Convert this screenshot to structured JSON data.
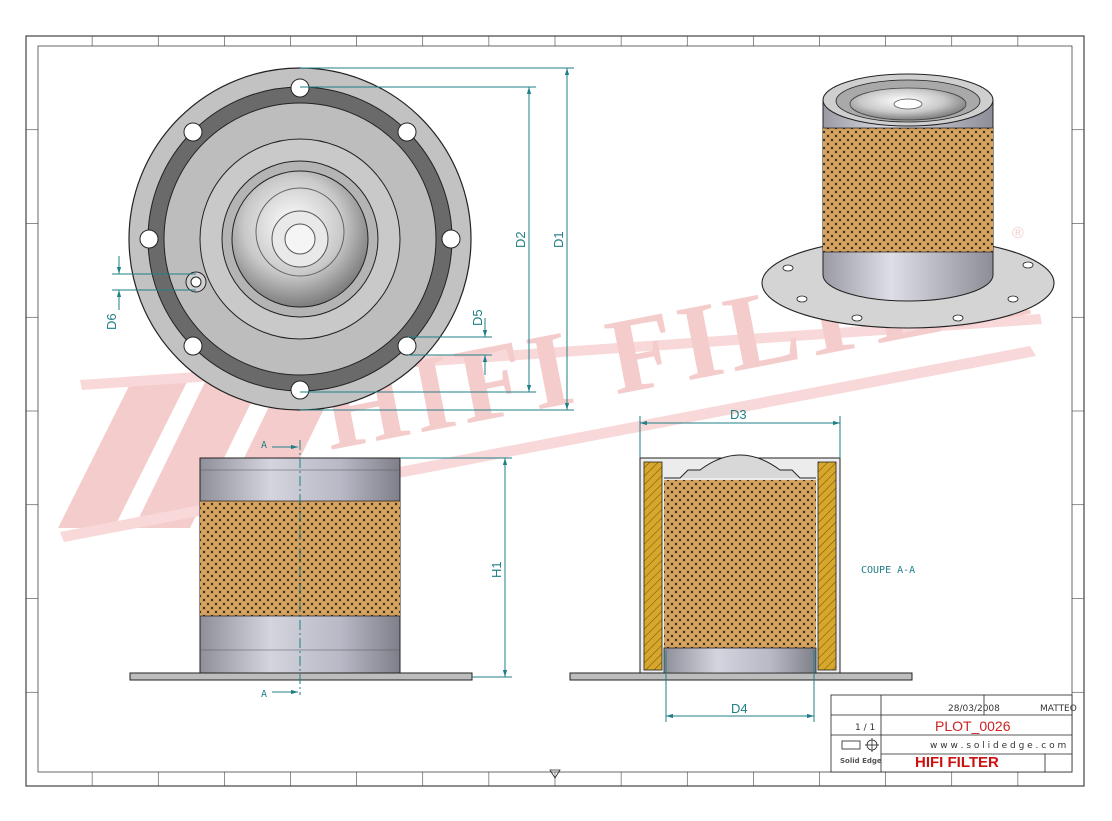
{
  "dimensions": {
    "d1": "D1",
    "d2": "D2",
    "d3": "D3",
    "d4": "D4",
    "d5": "D5",
    "d6": "D6",
    "h1": "H1"
  },
  "section": {
    "marker": "A",
    "label": "COUPE A-A"
  },
  "watermark": "HIFI FILTER",
  "title_block": {
    "date": "28/03/2008",
    "author": "MATTEO",
    "scale": "1 / 1",
    "plot": "PLOT_0026",
    "website": "w w w . s o l i d e d g e . c o m",
    "software": "Solid Edge",
    "title": "HIFI FILTER"
  },
  "colors": {
    "dimension": "#1f7f86",
    "title": "#cc1111",
    "watermark": "#f3b8b8",
    "media": "#d9a460",
    "cartridge": "#d6a72a"
  }
}
